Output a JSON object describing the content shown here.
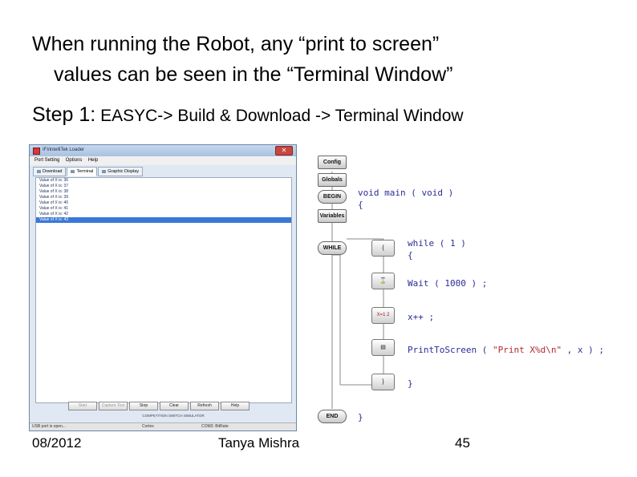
{
  "slide": {
    "title_line1": "When running the Robot, any “print to screen”",
    "title_line2": "values can be seen in the “Terminal Window”",
    "step_label": "Step 1:",
    "step_path": " EASYC-> Build & Download -> Terminal Window"
  },
  "terminal_window": {
    "title": "IFI/intelliTek Loader",
    "close_glyph": "✕",
    "menu": [
      "Port Setting",
      "Options",
      "Help"
    ],
    "tabs": [
      {
        "label": "Download",
        "active": false
      },
      {
        "label": "Terminal",
        "active": true
      },
      {
        "label": "Graphic Display",
        "active": false
      }
    ],
    "output_lines": [
      "Value of X is: 36",
      "Value of X is: 37",
      "Value of X is: 38",
      "Value of X is: 39",
      "Value of X is: 40",
      "Value of X is: 41",
      "Value of X is: 42",
      "Value of X is: 43"
    ],
    "selected_line_index": 7,
    "buttons": [
      {
        "label": "Start",
        "enabled": false
      },
      {
        "label": "Capture Text",
        "enabled": false
      },
      {
        "label": "Stop",
        "enabled": true
      },
      {
        "label": "Clear",
        "enabled": true
      },
      {
        "label": "Refresh",
        "enabled": true
      },
      {
        "label": "Help",
        "enabled": true
      }
    ],
    "competition_bar": "COMPETITION SWITCH SIMULATOR",
    "status": {
      "port": "USB port is open...",
      "device": "Cortex",
      "com": "COM3: BitRate"
    }
  },
  "flowchart": {
    "blocks": {
      "config": "Config",
      "globals": "Globals",
      "begin": "BEGIN",
      "variables": "Variables",
      "while": "WHILE",
      "end": "END"
    },
    "steps": {
      "open_brace": "{",
      "wait": "⌛",
      "increment": "X=1 2",
      "print": "▤",
      "close_brace": "}"
    },
    "code": {
      "main_sig": "void main ( void )",
      "main_open": "{",
      "while_sig": "while ( 1 )",
      "while_open": "{",
      "wait": "Wait ( 1000 ) ;",
      "increment": "x++ ;",
      "print_pre": "PrintToScreen ( ",
      "print_str": "\"Print X%d\\n\"",
      "print_post": " , x ) ;",
      "while_close": "}",
      "main_close": "}"
    }
  },
  "footer": {
    "date": "08/2012",
    "author": "Tanya Mishra",
    "page": "45"
  },
  "colors": {
    "selection": "#3a78d8",
    "code_text": "#2c2c9a",
    "code_string": "#b02a2a"
  }
}
